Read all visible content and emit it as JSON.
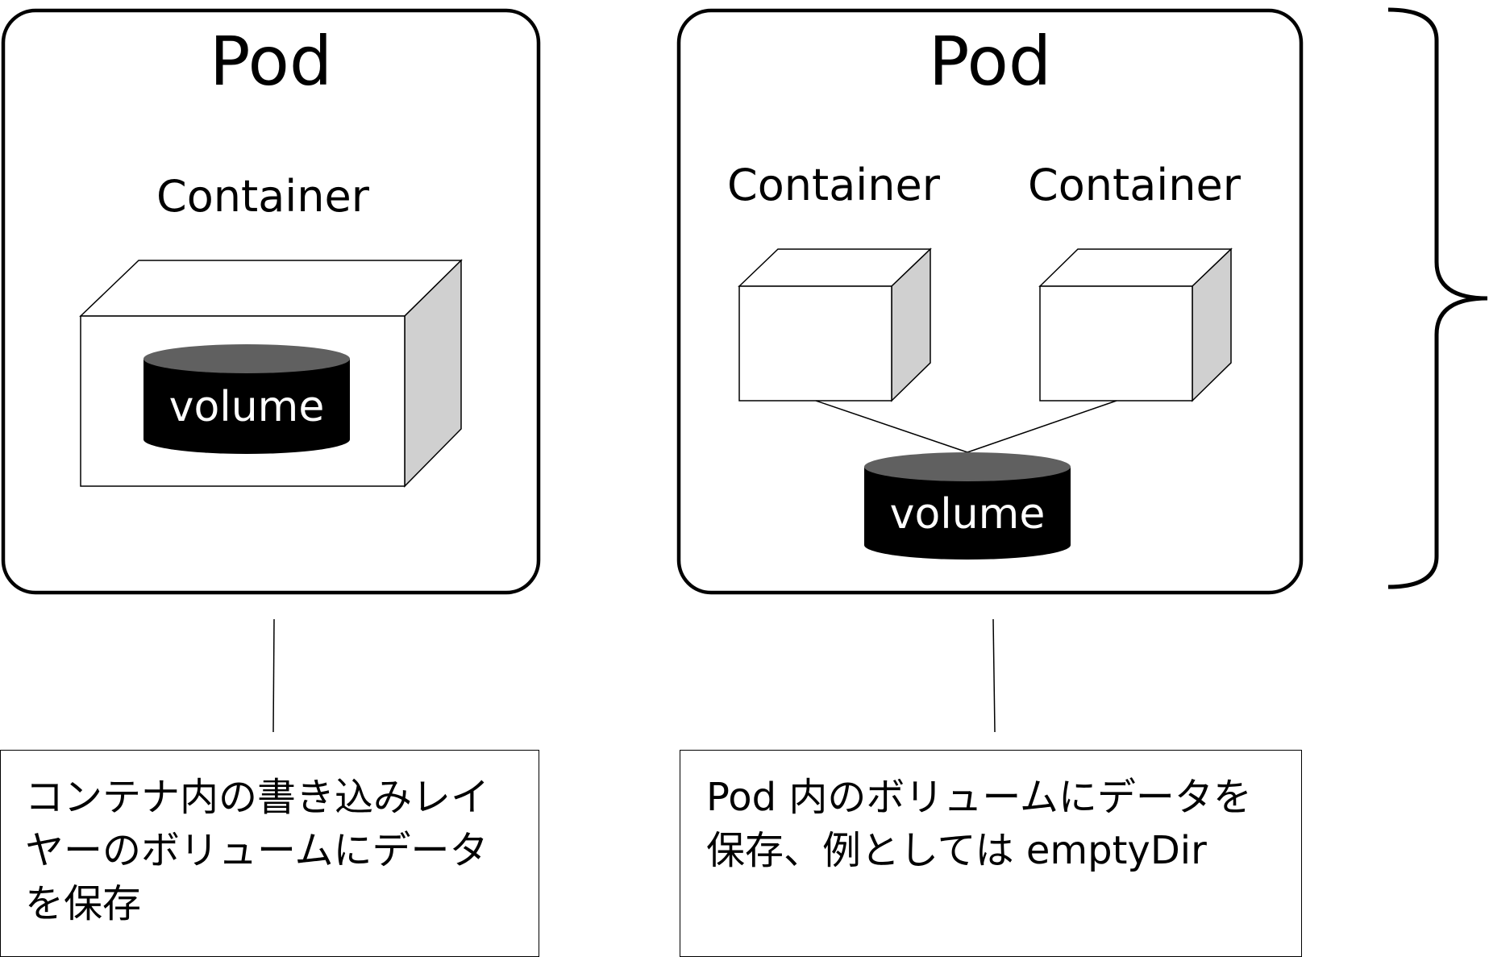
{
  "pods": [
    {
      "title": "Pod",
      "containers": [
        {
          "label": "Container"
        }
      ],
      "volume_label": "volume",
      "note": "コンテナ内の書き込みレイヤーのボリュームにデータを保存"
    },
    {
      "title": "Pod",
      "containers": [
        {
          "label": "Container"
        },
        {
          "label": "Container"
        }
      ],
      "volume_label": "volume",
      "note": "Pod 内のボリュームにデータを保存、例としては emptyDir"
    }
  ],
  "colors": {
    "stroke": "#000000",
    "cube_side": "#d0d0d0",
    "volume_body": "#000000",
    "volume_top": "#606060",
    "volume_text": "#ffffff"
  }
}
